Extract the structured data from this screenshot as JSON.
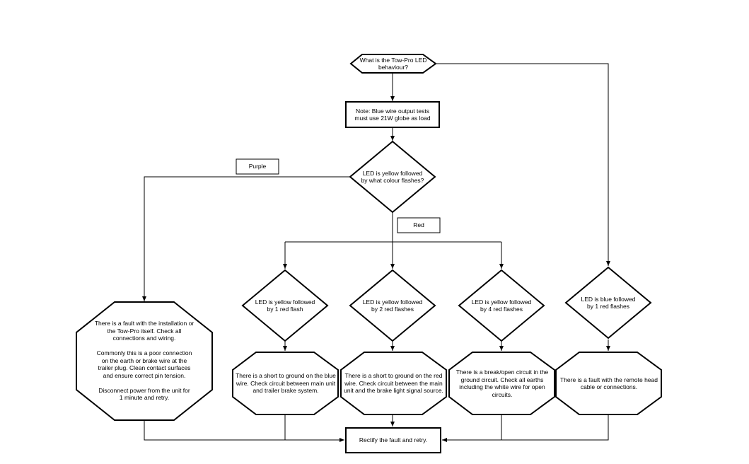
{
  "flowchart": {
    "start": "What is the Tow-Pro LED\nbehaviour?",
    "note": "Note: Blue wire output tests\nmust use 21W globe as load",
    "decision_main": "LED is yellow followed\nby what colour flashes?",
    "label_purple": "Purple",
    "label_red": "Red",
    "purple_result": "There is a fault with the installation or\nthe Tow-Pro itself. Check all\nconnections and wiring.\n\nCommonly this is a poor connection\non the earth or brake wire at the\ntrailer plug. Clean contact surfaces\nand ensure correct pin tension.\n\nDisconnect power from the unit for\n1 minute and retry.",
    "decision_1_red": "LED is yellow followed\nby 1 red flash",
    "decision_2_red": "LED is yellow followed\nby 2 red flashes",
    "decision_4_red": "LED is yellow followed\nby 4 red flashes",
    "decision_blue": "LED is blue followed\nby 1 red flashes",
    "result_1_red": "There is a short to ground on the blue\nwire. Check circuit between main unit\nand trailer brake system.",
    "result_2_red": "There is a short to ground on the red\nwire. Check circuit between the main\nunit and the brake light signal source.",
    "result_4_red": "There is a break/open circuit in the\nground circuit. Check all earths\nincluding the white wire for open\ncircuits.",
    "result_blue": "There is a fault with the remote head\ncable or connections.",
    "end": "Rectify the fault and retry."
  }
}
